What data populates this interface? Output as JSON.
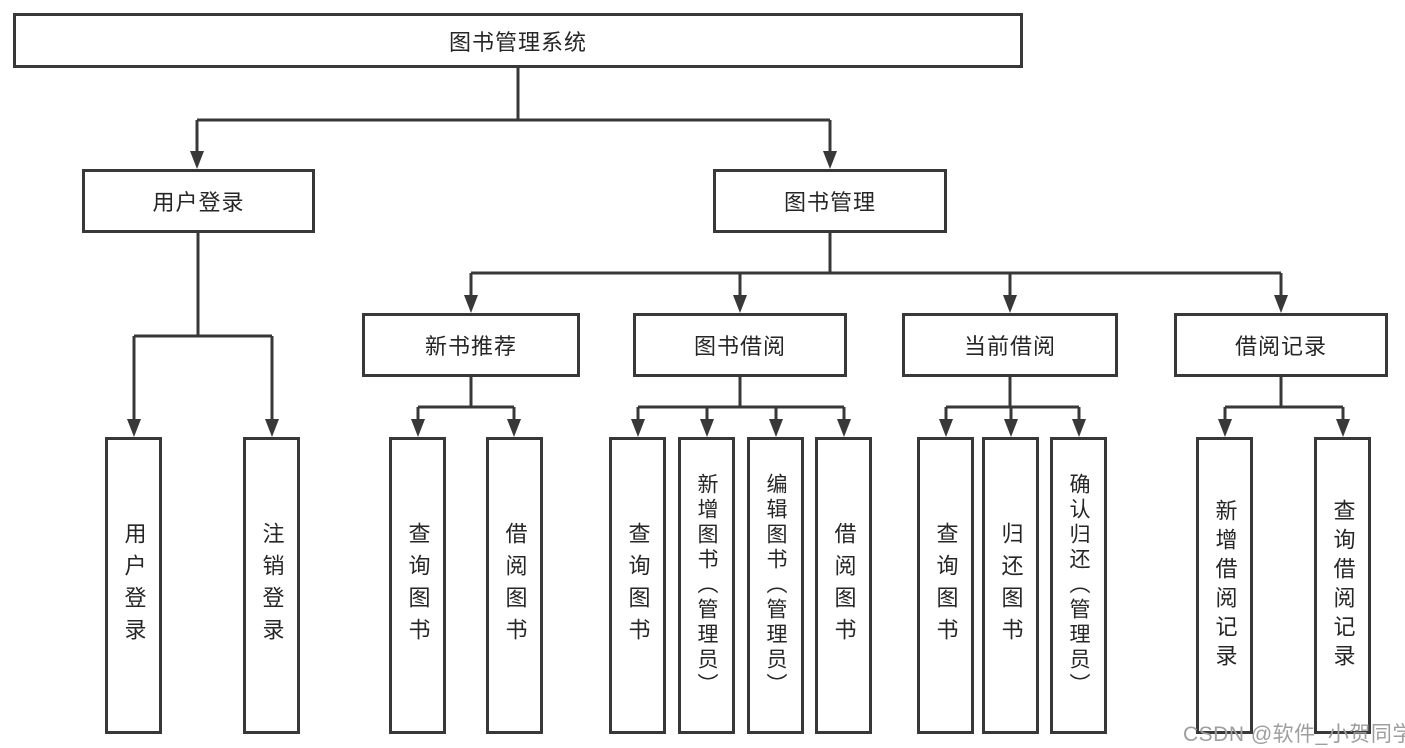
{
  "diagram": {
    "type": "tree",
    "root": {
      "label": "图书管理系统"
    },
    "branches": [
      {
        "label": "用户登录",
        "children": [
          {
            "label": "用户登录"
          },
          {
            "label": "注销登录"
          }
        ]
      },
      {
        "label": "图书管理",
        "children": [
          {
            "label": "新书推荐",
            "children": [
              {
                "label": "查询图书"
              },
              {
                "label": "借阅图书"
              }
            ]
          },
          {
            "label": "图书借阅",
            "children": [
              {
                "label": "查询图书"
              },
              {
                "label": "新增图书（管理员）"
              },
              {
                "label": "编辑图书（管理员）"
              },
              {
                "label": "借阅图书"
              }
            ]
          },
          {
            "label": "当前借阅",
            "children": [
              {
                "label": "查询图书"
              },
              {
                "label": "归还图书"
              },
              {
                "label": "确认归还（管理员）"
              }
            ]
          },
          {
            "label": "借阅记录",
            "children": [
              {
                "label": "新增借阅记录"
              },
              {
                "label": "查询借阅记录"
              }
            ]
          }
        ]
      }
    ],
    "colors": {
      "line": "#383838",
      "box_border": "#383838",
      "text": "#262626",
      "background": "#ffffff",
      "watermark": "#9e9e9e"
    }
  },
  "watermark": {
    "text": "CSDN @软件_小贺同学"
  }
}
